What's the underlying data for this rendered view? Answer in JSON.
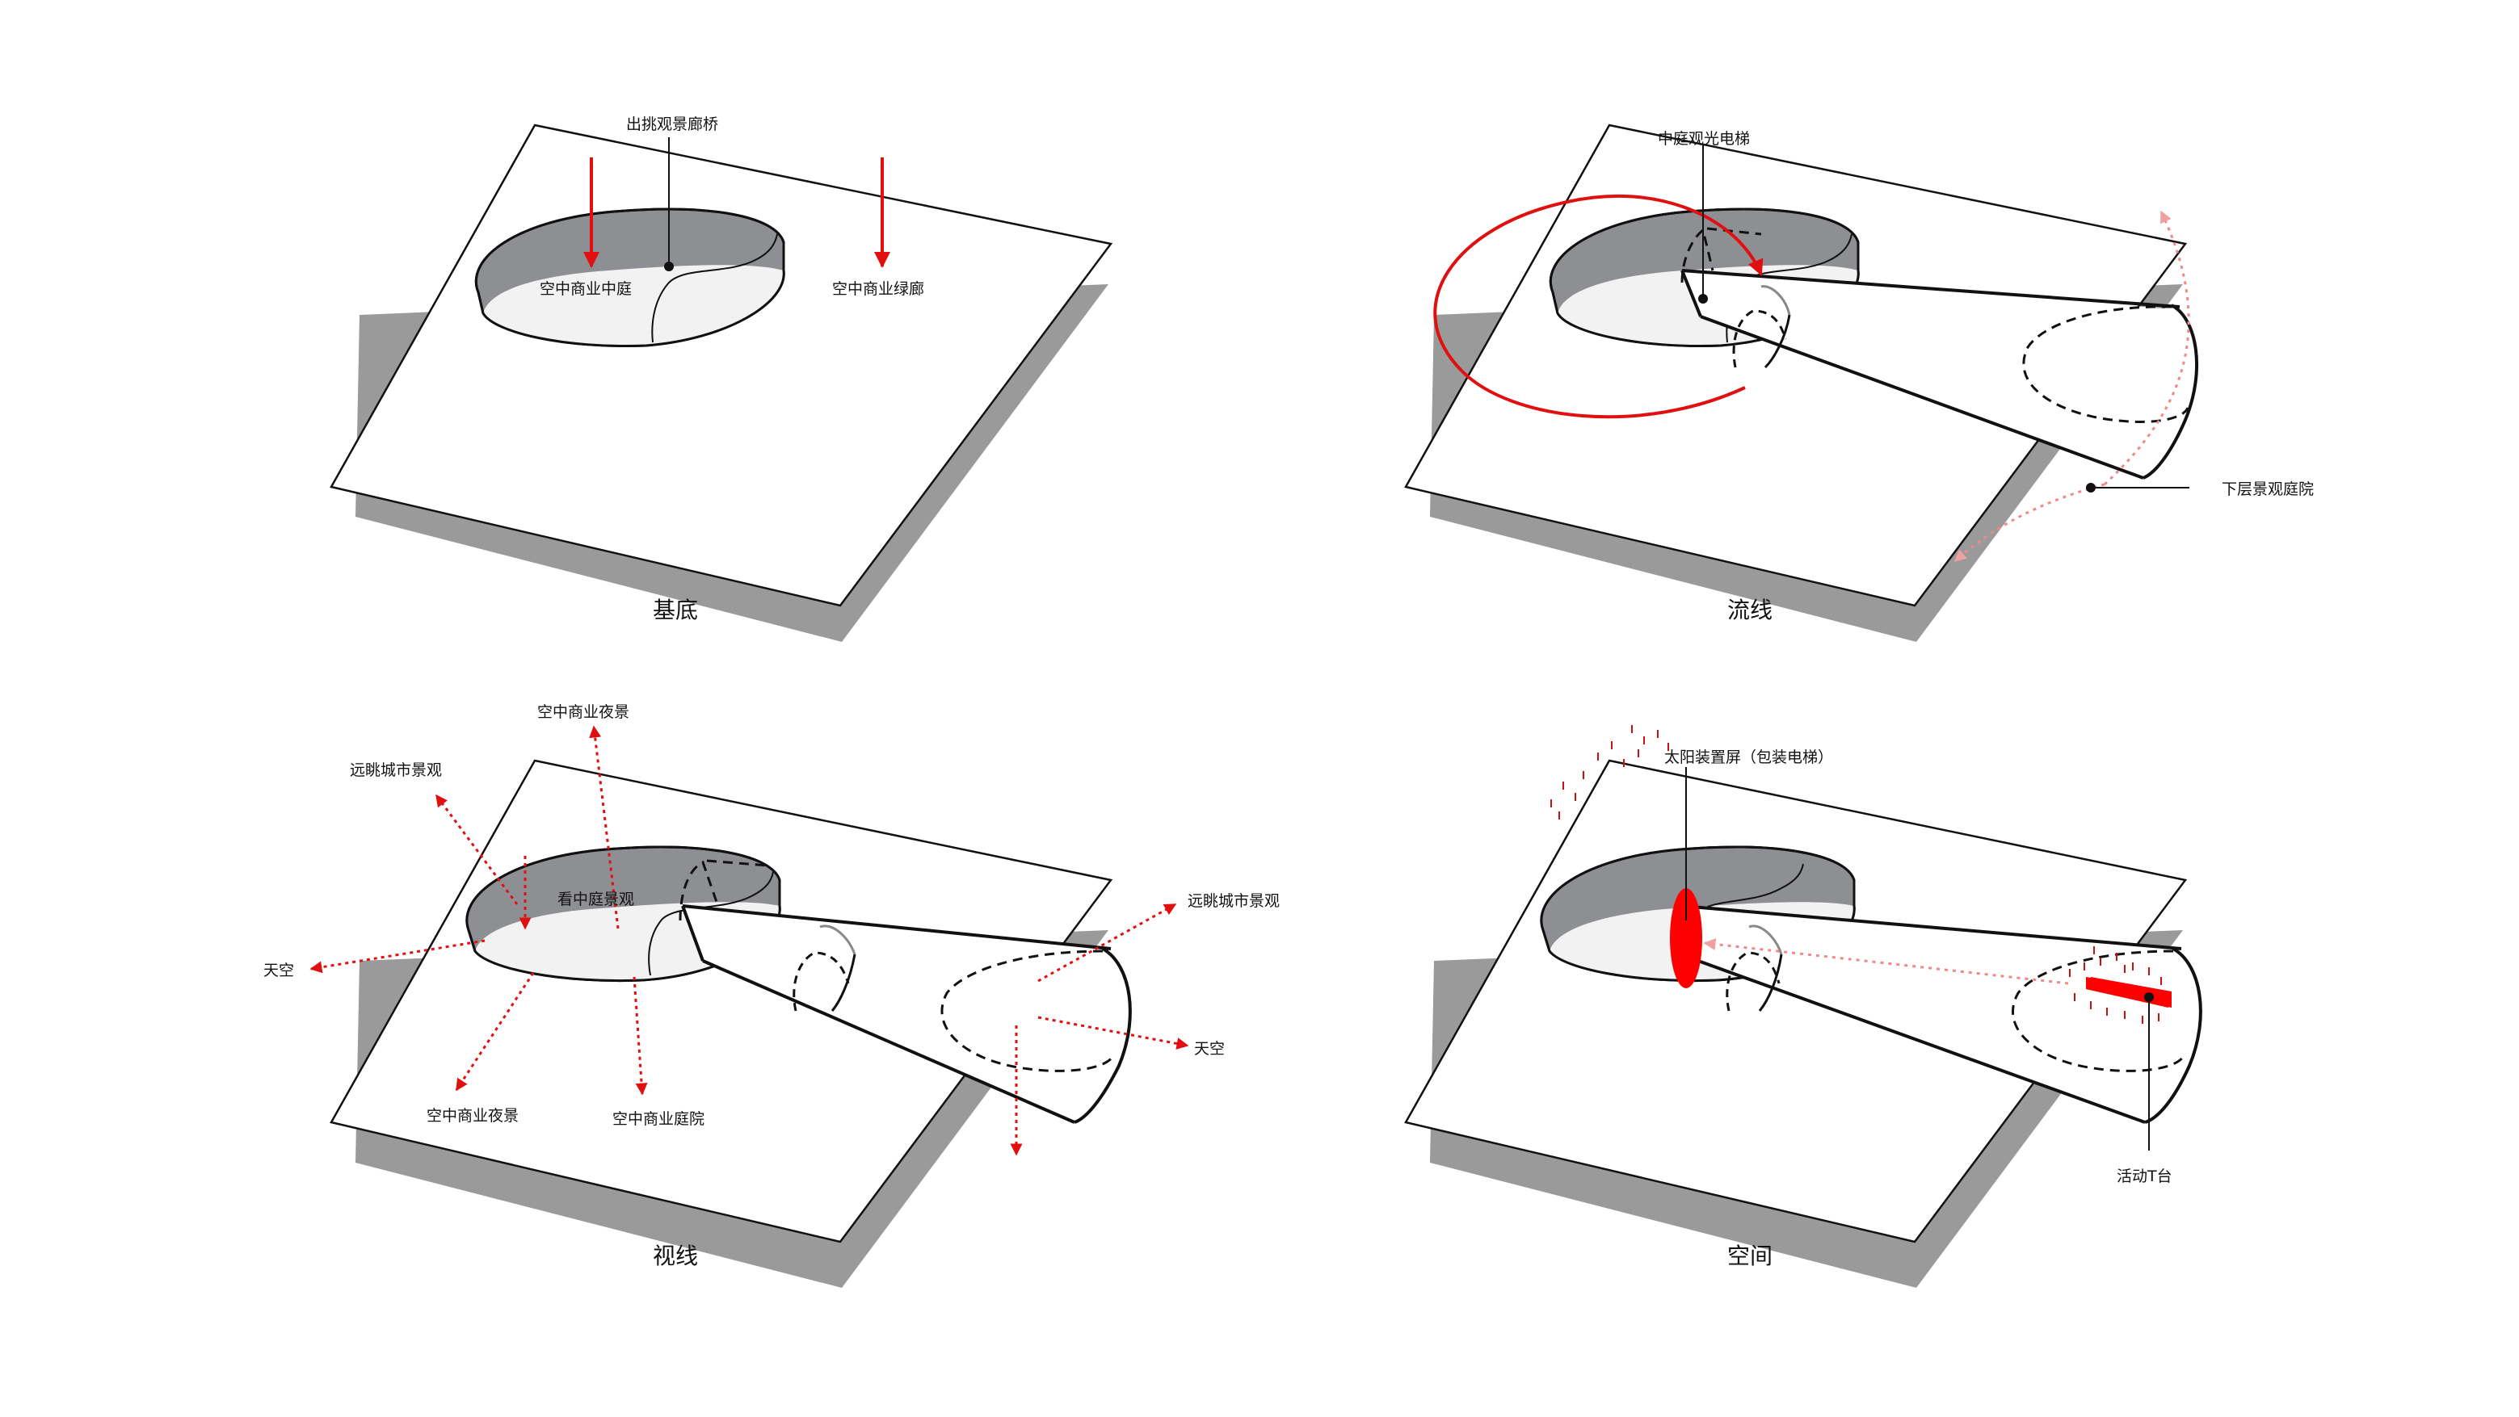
{
  "colors": {
    "accent": "#e01010",
    "accent_light": "#f0a0a0",
    "shadow": "#9a9a9a",
    "ink": "#111111",
    "hole": "#8e8f92",
    "floor": "#f2f2f2"
  },
  "panels": {
    "base": {
      "title": "基底",
      "labels": {
        "bridge": "出挑观景廊桥",
        "atrium": "空中商业中庭",
        "corridor": "空中商业绿廊"
      }
    },
    "flow": {
      "title": "流线",
      "labels": {
        "elevator": "中庭观光电梯",
        "courtyard": "下层景观庭院"
      }
    },
    "sight": {
      "title": "视线",
      "labels": {
        "night_top": "空中商业夜景",
        "city_left": "远眺城市景观",
        "atrium_view": "看中庭景观",
        "sky_left": "天空",
        "night_bottom": "空中商业夜景",
        "courtyard": "空中商业庭院",
        "city_right": "远眺城市景观",
        "sky_right": "天空"
      }
    },
    "space": {
      "title": "空间",
      "labels": {
        "screen": "太阳装置屏（包装电梯）",
        "runway": "活动T台"
      }
    }
  }
}
